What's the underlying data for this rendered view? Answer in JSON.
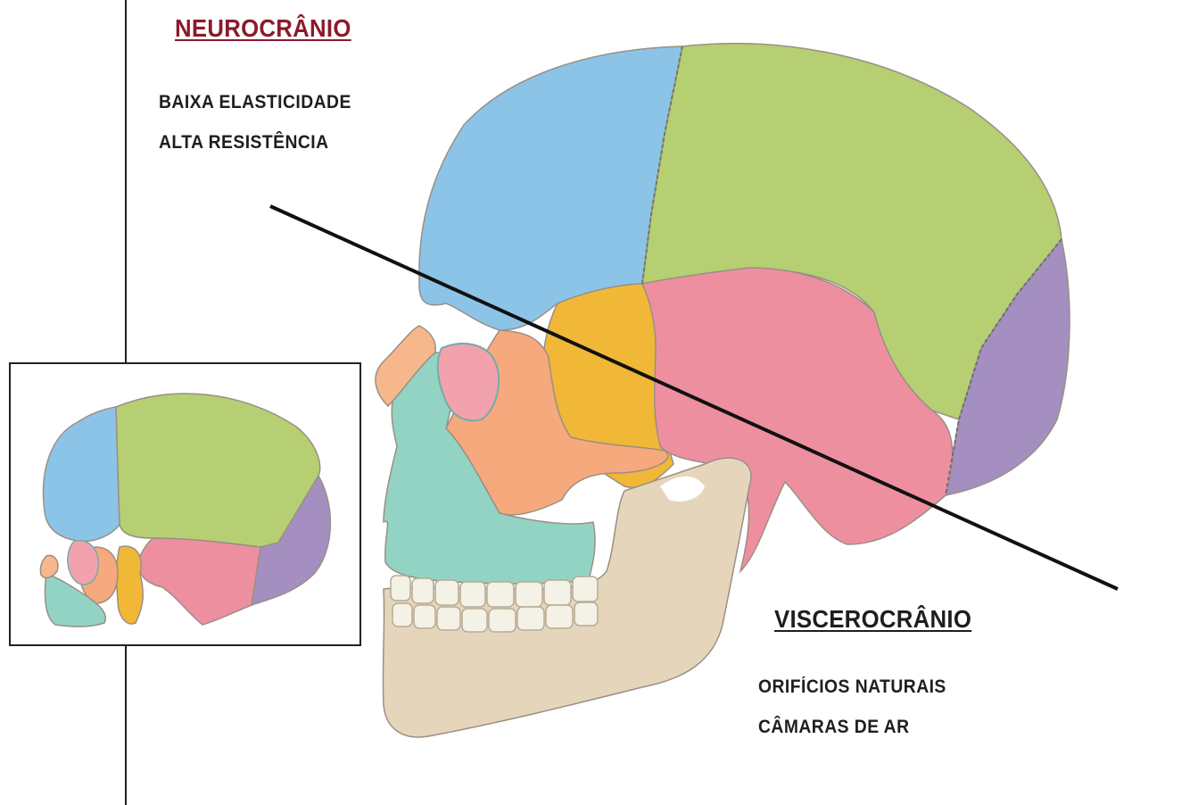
{
  "neurocranium": {
    "title": "NEUROCRÂNIO",
    "properties": [
      "BAIXA ELASTICIDADE",
      "ALTA RESISTÊNCIA"
    ]
  },
  "viscerocranium": {
    "title": "VISCEROCRÂNIO",
    "properties": [
      "ORIFÍCIOS NATURAIS",
      "CÂMARAS DE AR"
    ]
  },
  "bone_colors": {
    "frontal": "#8cc4e8",
    "parietal": "#b5cf72",
    "occipital": "#a48fc0",
    "temporal": "#ee8f9f",
    "sphenoid": "#f1b737",
    "zygomatic": "#f5a97d",
    "maxilla": "#93d3c4",
    "mandible": "#e5d6bb",
    "nasal": "#f7b78d"
  },
  "divider_color": "#111111"
}
